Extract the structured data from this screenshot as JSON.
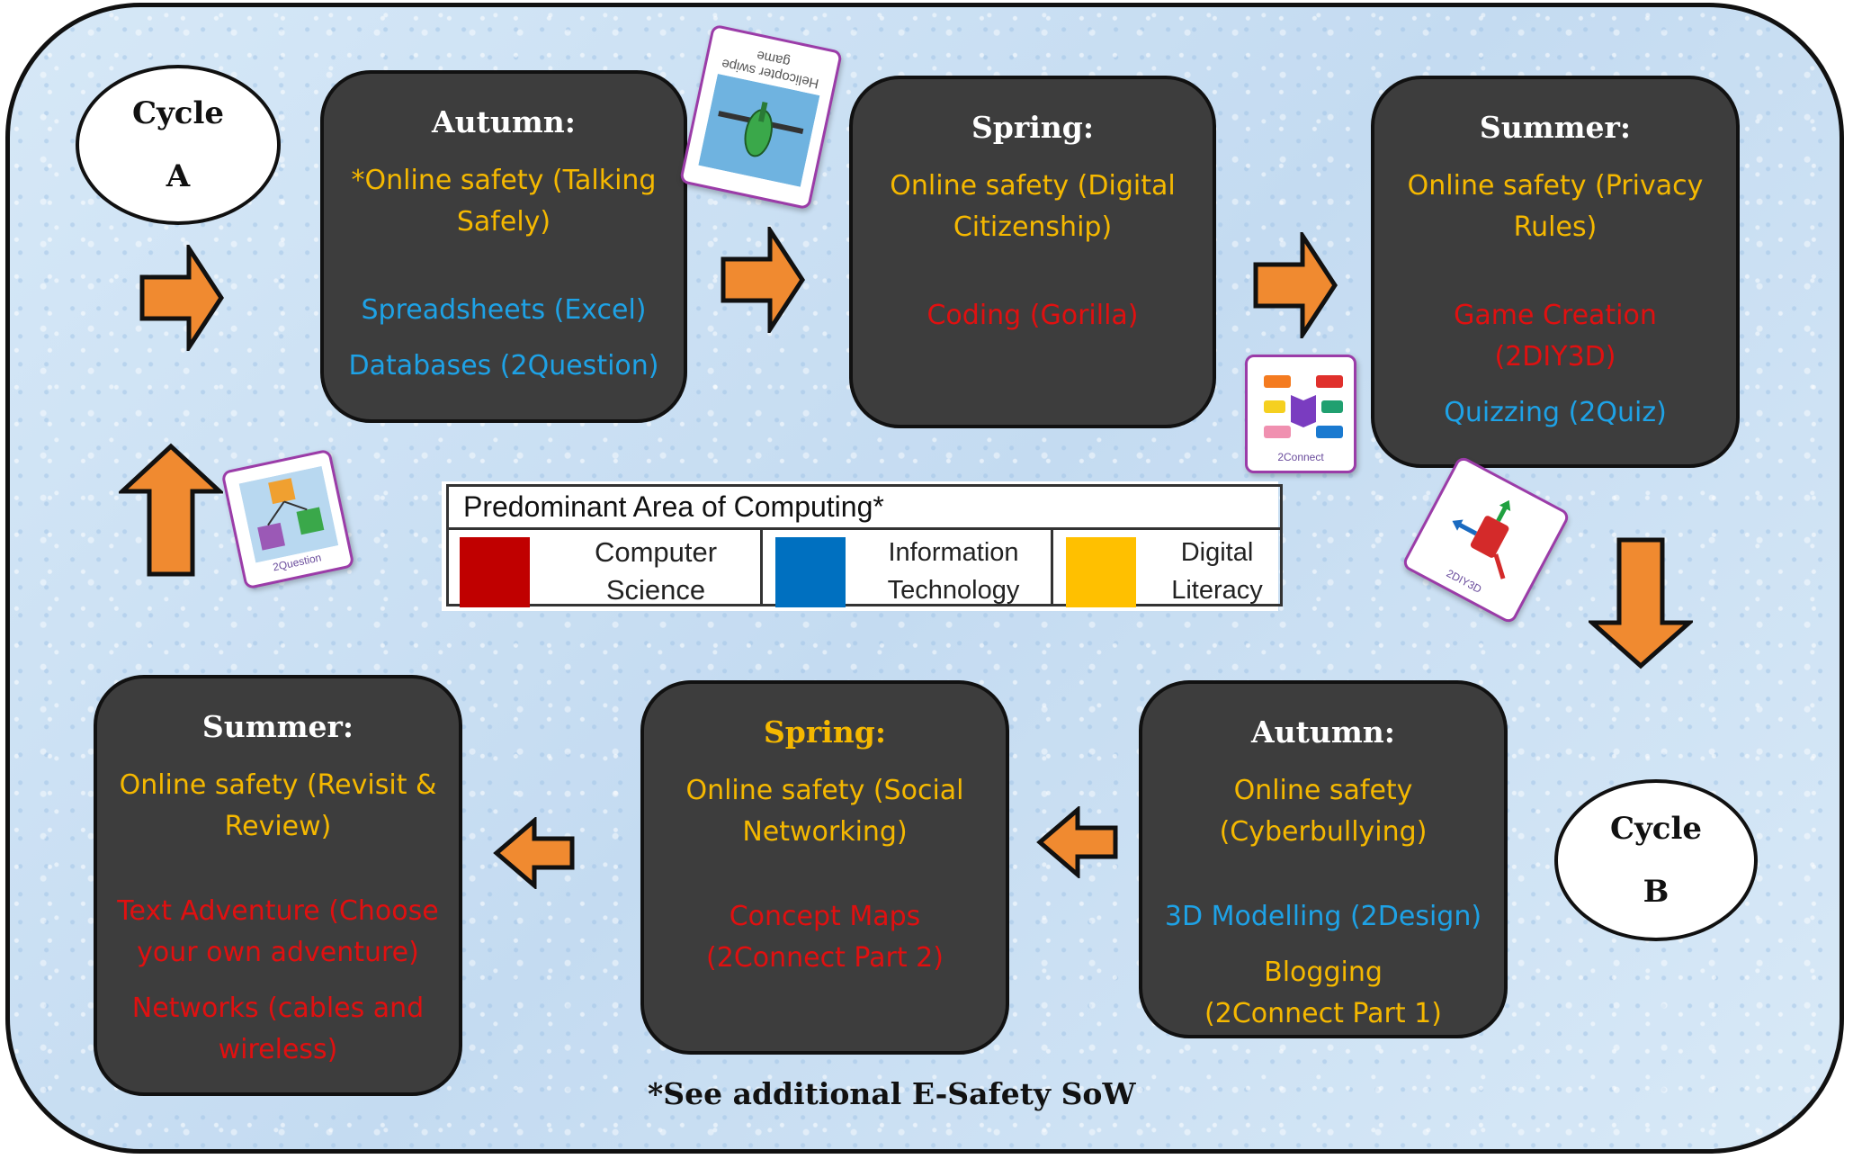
{
  "cycle_a": {
    "line1": "Cycle",
    "line2": "A"
  },
  "cycle_b": {
    "line1": "Cycle",
    "line2": "B"
  },
  "top_row": {
    "autumn": {
      "title": "Autumn:",
      "l1": "*Online safety (Talking",
      "l2": "Safely)",
      "l3": "Spreadsheets (Excel)",
      "l4": "Databases (2Question)"
    },
    "spring": {
      "title": "Spring:",
      "l1": "Online safety (Digital",
      "l2": "Citizenship)",
      "l3": "Coding (Gorilla)"
    },
    "summer": {
      "title": "Summer:",
      "l1": "Online safety (Privacy",
      "l2": "Rules)",
      "l3": "Game Creation",
      "l4": "(2DIY3D)",
      "l5": "Quizzing (2Quiz)"
    }
  },
  "bottom_row": {
    "autumn": {
      "title": "Autumn:",
      "l1": "Online safety",
      "l2": "(Cyberbullying)",
      "l3": "3D Modelling (2Design)",
      "l4": "Blogging",
      "l5": "(2Connect Part 1)"
    },
    "spring": {
      "title": "Spring:",
      "l1": "Online safety (Social",
      "l2": "Networking)",
      "l3": "Concept Maps",
      "l4": "(2Connect Part 2)"
    },
    "summer": {
      "title": "Summer:",
      "l1": "Online safety (Revisit &",
      "l2": "Review)",
      "l3": "Text Adventure (Choose",
      "l4": "your own adventure)",
      "l5": "Networks (cables and",
      "l6": "wireless)"
    }
  },
  "legend": {
    "title": "Predominant  Area of Computing*",
    "cs": {
      "l1": "Computer",
      "l2": "Science"
    },
    "it": {
      "l1": "Information",
      "l2": "Technology"
    },
    "dl": {
      "l1": "Digital",
      "l2": "Literacy"
    }
  },
  "cards": {
    "helicopter": "Helicopter swipe game",
    "twoquestion": "2Question",
    "twoconnect": "2Connect",
    "twodiy3d": "2DIY3D"
  },
  "footnote": "*See additional E-Safety SoW",
  "colors": {
    "box_bg": "#3d3d3d",
    "digital_literacy": "#f5b800",
    "information_technology": "#1ea2e6",
    "computer_science": "#e01010",
    "arrow": "#f08a30",
    "legend_cs": "#c00000",
    "legend_it": "#0070c0",
    "legend_dl": "#ffc000"
  }
}
